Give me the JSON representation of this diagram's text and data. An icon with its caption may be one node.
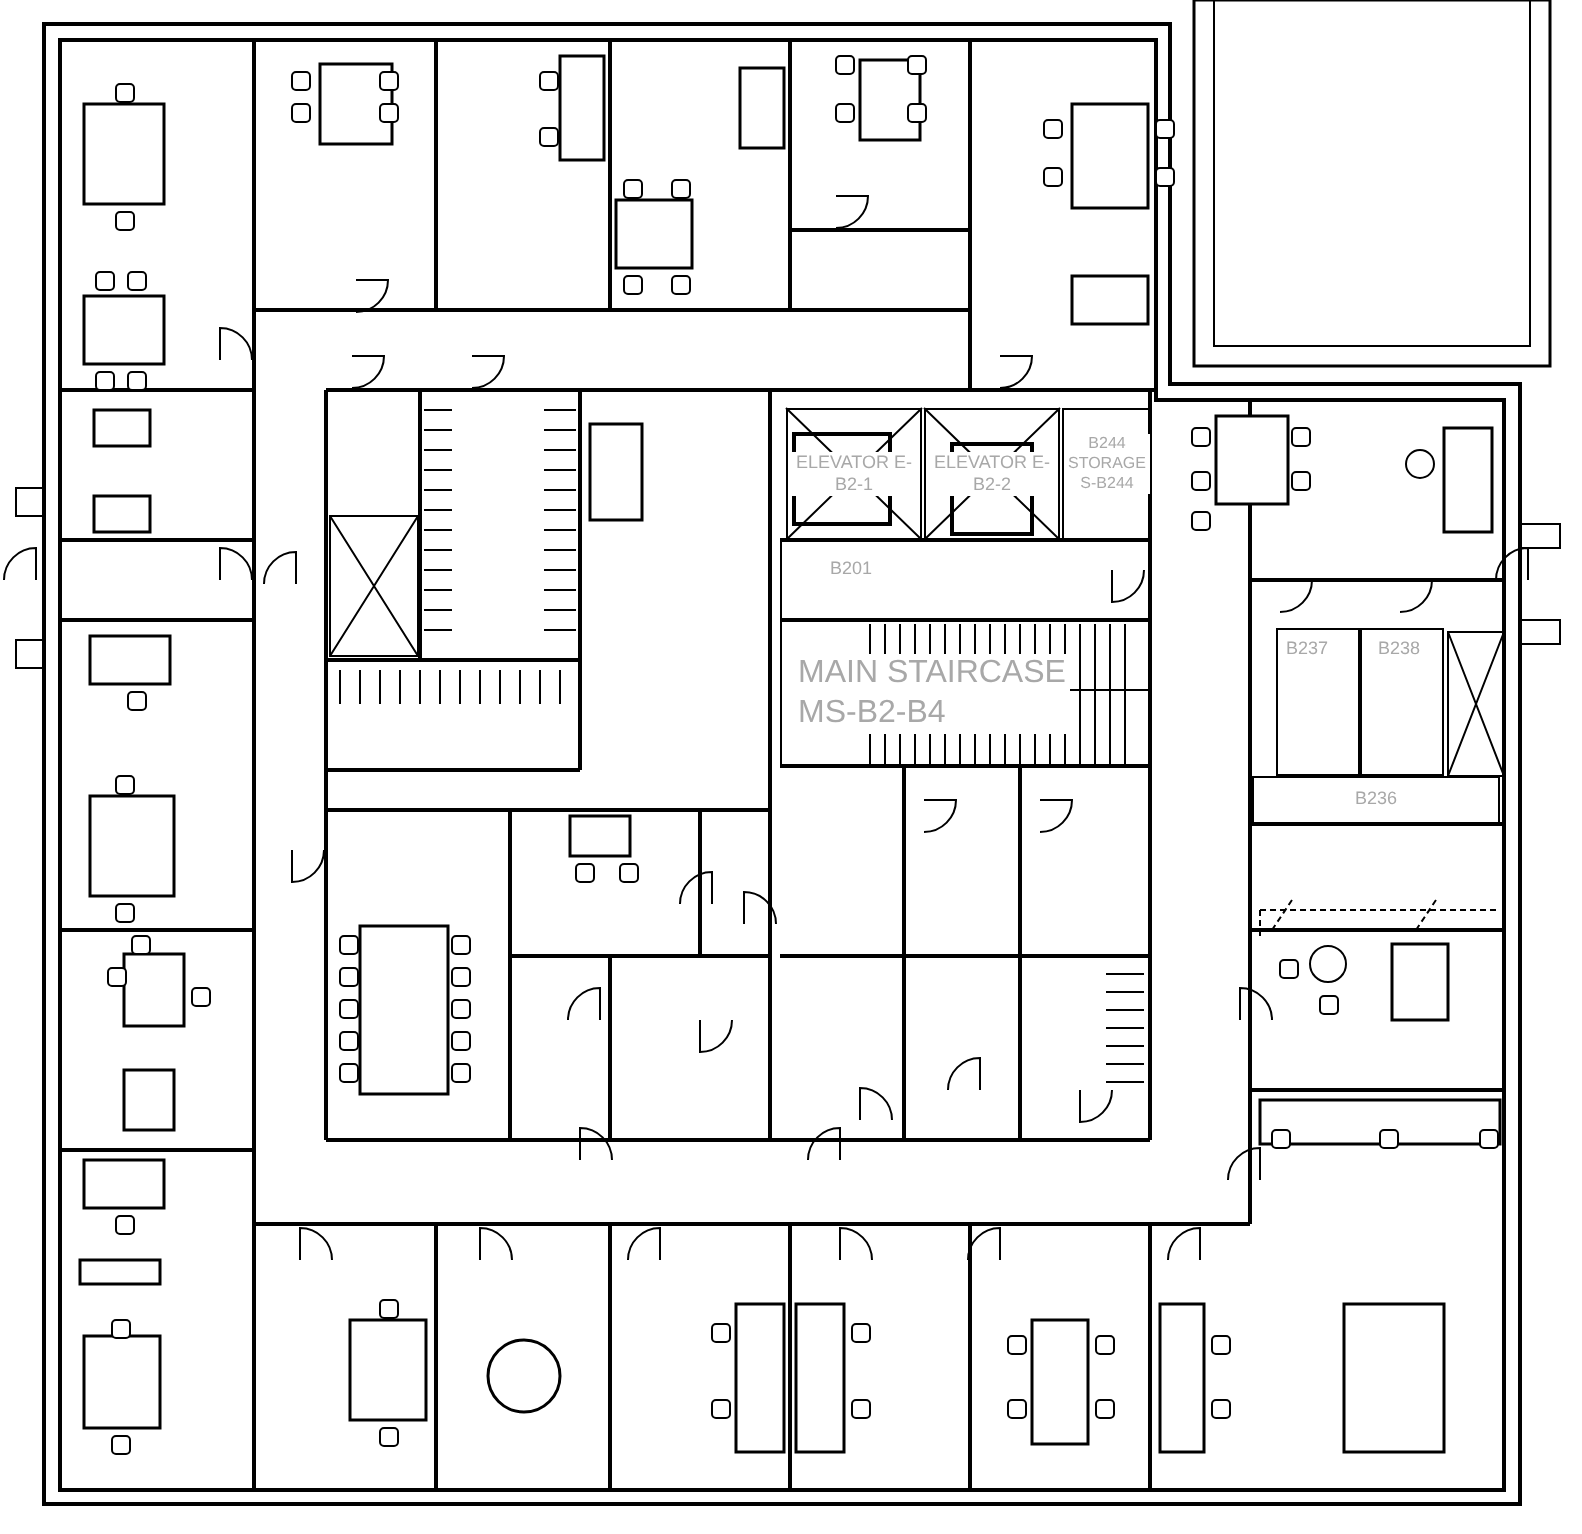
{
  "diagram": {
    "nodes": [
      {
        "text": [
          "ELEVATOR E-B2-1"
        ]
      },
      {
        "text": [
          "ELEVATOR E-B2-2"
        ]
      },
      {
        "text": [
          "B244 STORAGE S-B244"
        ]
      },
      {
        "text": [
          "B201"
        ]
      },
      {
        "text": [
          "MAIN STAIRCASE MS-B2-B4"
        ]
      },
      {
        "text": [
          "B237"
        ]
      },
      {
        "text": [
          "B238"
        ]
      },
      {
        "text": [
          "B236"
        ]
      }
    ]
  }
}
